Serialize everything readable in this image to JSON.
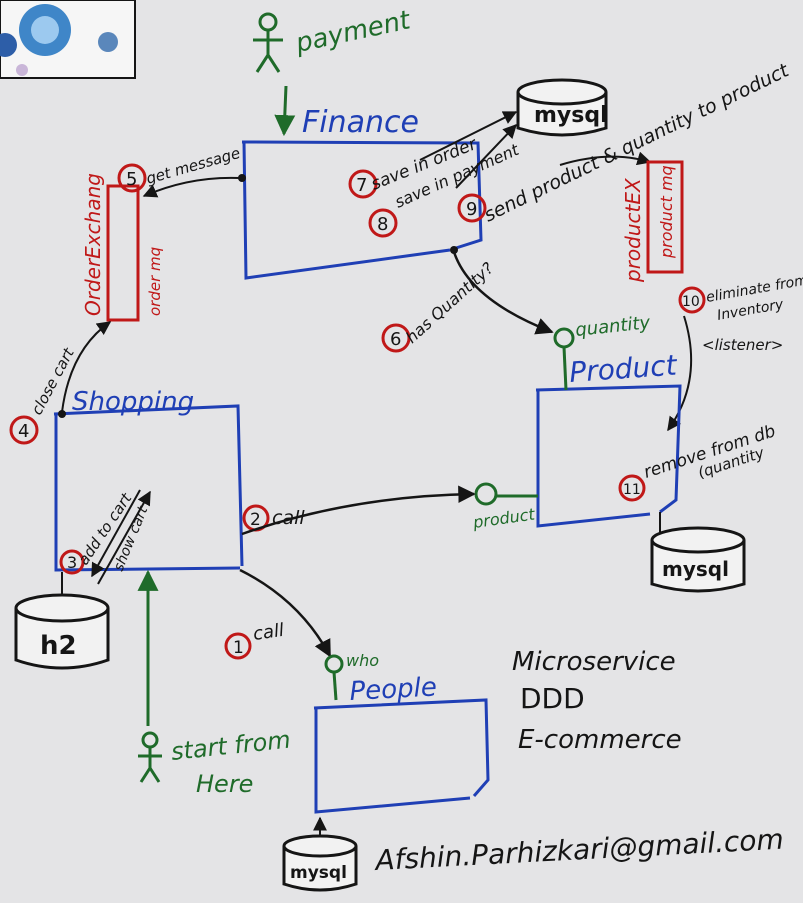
{
  "colors": {
    "background": "#e4e4e6",
    "ink": "#151515",
    "blue": "#1f3fb5",
    "green": "#1f6b2a",
    "red": "#c01818"
  },
  "actors": {
    "payment": "payment",
    "start_line1": "start from",
    "start_line2": "Here"
  },
  "services": {
    "finance": "Finance",
    "shopping": "Shopping",
    "product": "Product",
    "people": "People"
  },
  "databases": {
    "finance_db": "mysql",
    "shopping_db": "h2",
    "product_db": "mysql",
    "people_db": "mysql"
  },
  "queues": {
    "order_exchange": "OrderExchang",
    "order_mq": "order mq",
    "product_exchange": "productEX",
    "product_mq": "product mq"
  },
  "interfaces": {
    "quantity": "quantity",
    "product": "product",
    "who": "who"
  },
  "steps": [
    {
      "num": "1",
      "label": "call"
    },
    {
      "num": "2",
      "label": "call"
    },
    {
      "num": "3",
      "label": "add to cart"
    },
    {
      "num": "4",
      "label": "close cart"
    },
    {
      "num": "5",
      "label": "get message"
    },
    {
      "num": "6",
      "label": "has Quantity?"
    },
    {
      "num": "7",
      "label": "save in order"
    },
    {
      "num": "8",
      "label": "save in payment"
    },
    {
      "num": "9",
      "label": "send product & quantity to product"
    },
    {
      "num": "10",
      "label": "eliminate from"
    },
    {
      "num": "11",
      "label": "remove from db"
    }
  ],
  "notes": {
    "show_cart": "show cart",
    "inventory": "Inventory",
    "listener": "<listener>",
    "quantity_paren": "(quantity"
  },
  "legend": {
    "line1": "Microservice",
    "line2": "DDD",
    "line3": "E-commerce"
  },
  "author_email": "Afshin.Parhizkari@gmail.com"
}
